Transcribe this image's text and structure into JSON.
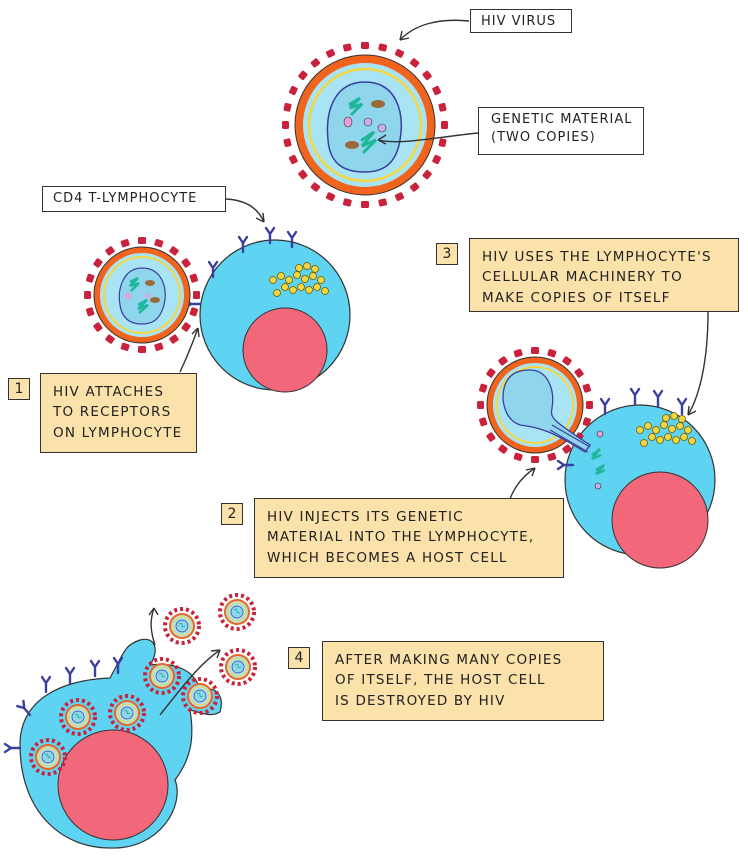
{
  "labels": {
    "hiv_virus": "HIV VIRUS",
    "genetic_material_l1": "GENETIC MATERIAL",
    "genetic_material_l2": "(TWO COPIES)",
    "cd4": "CD4 T-LYMPHOCYTE"
  },
  "steps": [
    {
      "num": "1",
      "lines": [
        "HIV ATTACHES",
        "TO RECEPTORS",
        "ON LYMPHOCYTE"
      ]
    },
    {
      "num": "2",
      "lines": [
        "HIV INJECTS ITS GENETIC",
        "MATERIAL INTO THE LYMPHOCYTE,",
        "WHICH BECOMES A HOST CELL"
      ]
    },
    {
      "num": "3",
      "lines": [
        "HIV USES THE LYMPHOCYTE'S",
        "CELLULAR MACHINERY TO",
        "MAKE COPIES OF ITSELF"
      ]
    },
    {
      "num": "4",
      "lines": [
        "AFTER MAKING MANY COPIES",
        "OF ITSELF, THE HOST CELL",
        "IS DESTROYED BY HIV"
      ]
    }
  ],
  "colors": {
    "cell": "#5fd3f2",
    "nucleus": "#f2687a",
    "capsid_orange": "#f0641e",
    "spike": "#c8223c",
    "virus_core": "#a9e4f5",
    "yellow_ring": "#f5d640",
    "rna": "#1fb79a",
    "receptor": "#3a3f9e",
    "label_bg": "#fbe2aa"
  }
}
